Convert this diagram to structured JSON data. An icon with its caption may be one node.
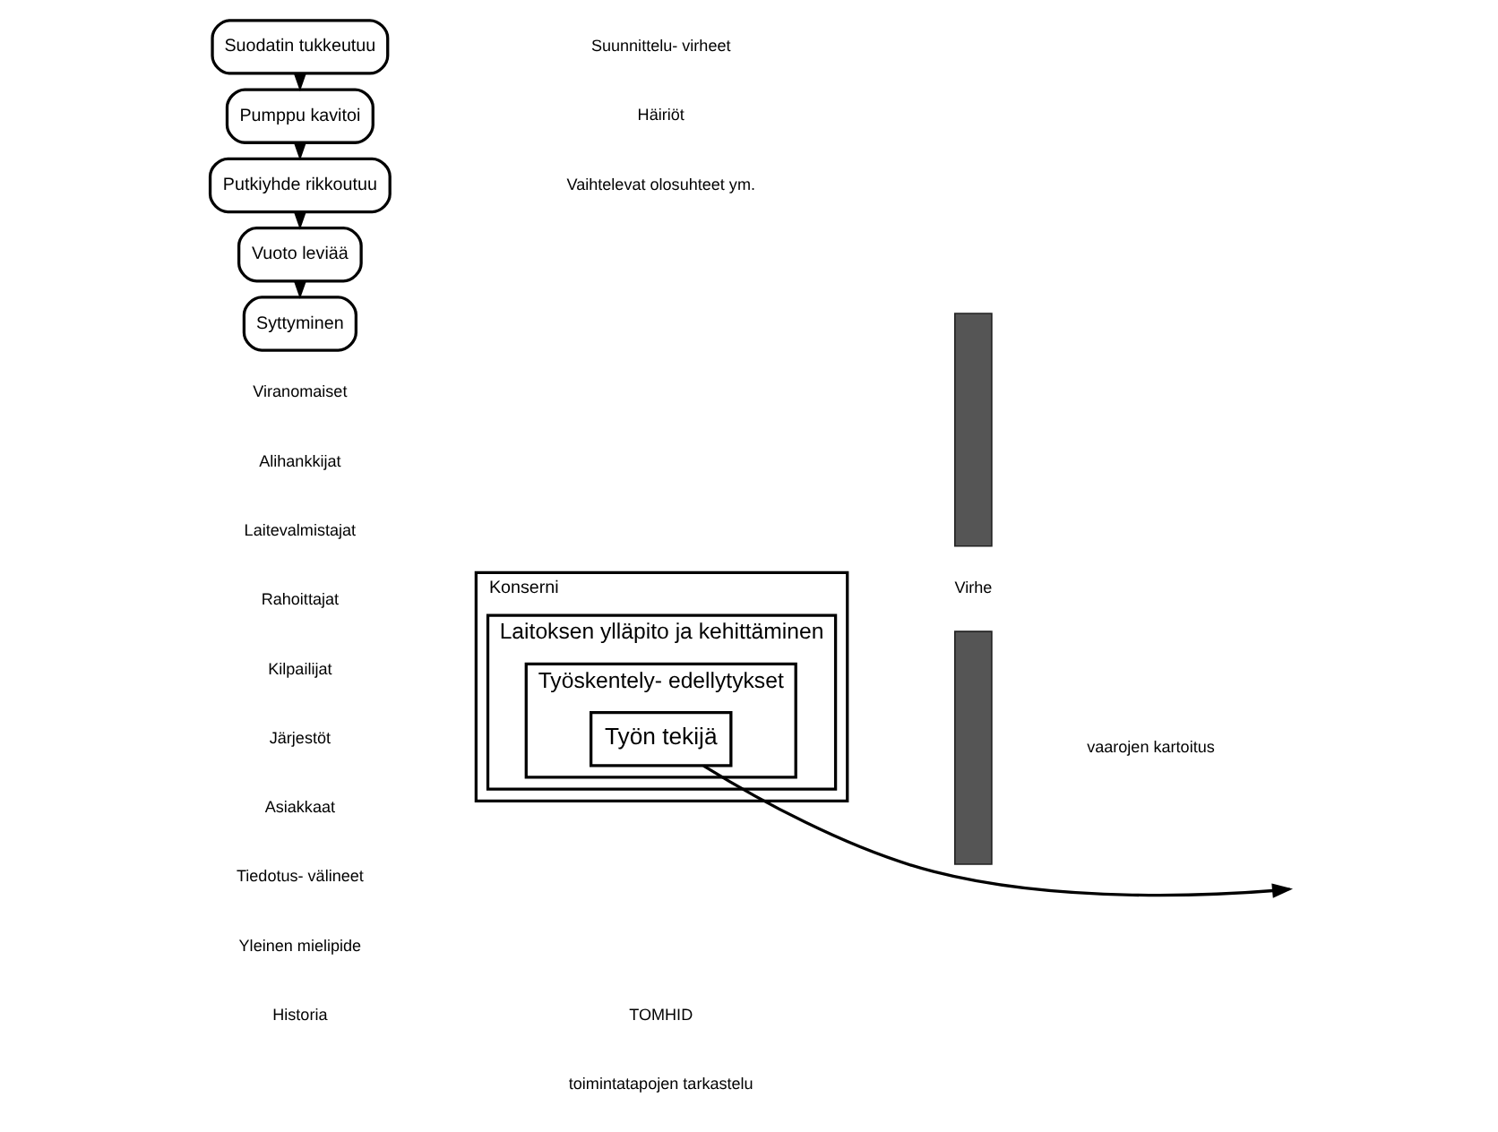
{
  "diagram": {
    "nodes": [
      {
        "text": [
          "Konserni"
        ]
      },
      {
        "text": [
          "Laitoksen ylläpito ja kehittäminen"
        ],
        "in": 0
      },
      {
        "text": [
          "Työskentely- edellytykset"
        ],
        "in": 1
      },
      {
        "text": [
          "Työn tekijä"
        ],
        "in": 2
      },
      {
        "text": [],
        "shape": "bar"
      },
      {
        "text": [],
        "shape": "bar"
      },
      {
        "text": [
          "Suodatin tukkeutuu"
        ]
      },
      {
        "text": [
          "Pumppu kavitoi"
        ]
      },
      {
        "text": [
          "Putkiyhde rikkoutuu"
        ]
      },
      {
        "text": [
          "Vuoto leviää"
        ]
      },
      {
        "text": [
          "Syttyminen"
        ]
      }
    ],
    "edges": [
      {
        "from": 3,
        "to": null,
        "arrow": "to"
      },
      {
        "from": 6,
        "to": 7,
        "arrow": "to"
      },
      {
        "from": 7,
        "to": 8,
        "arrow": "to"
      },
      {
        "from": 8,
        "to": 9,
        "arrow": "to"
      },
      {
        "from": 9,
        "to": 10,
        "arrow": "to"
      }
    ],
    "labels": [
      "Viranomaiset",
      "Alihankkijat",
      "Laitevalmistajat",
      "Rahoittajat",
      "Kilpailijat",
      "Järjestöt",
      "Asiakkaat",
      "Tiedotus- välineet",
      "Yleinen mielipide",
      "Historia",
      "Suunnittelu- virheet",
      "Häiriöt",
      "Vaihtelevat olosuhteet ym.",
      "Virhe",
      "TOMHID",
      "toimintatapojen tarkastelu",
      "vaarojen kartoitus"
    ]
  }
}
